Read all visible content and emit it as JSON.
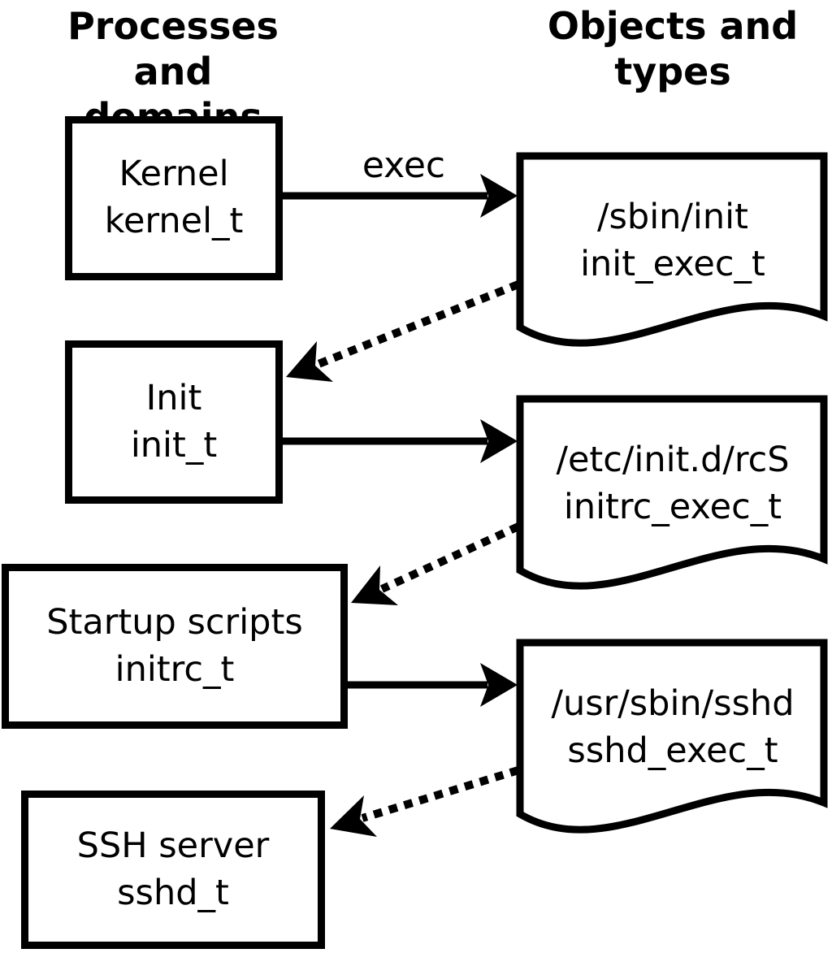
{
  "page": {
    "background_color": "#ffffff",
    "line_color": "#000000"
  },
  "headers": {
    "left": "Processes and domains",
    "right": "Objects and types"
  },
  "diagram": {
    "processes": [
      {
        "name": "Kernel",
        "type": "kernel_t"
      },
      {
        "name": "Init",
        "type": "init_t"
      },
      {
        "name": "Startup scripts",
        "type": "initrc_t"
      },
      {
        "name": "SSH server",
        "type": "sshd_t"
      }
    ],
    "objects": [
      {
        "path": "/sbin/init",
        "type": "init_exec_t"
      },
      {
        "path": "/etc/init.d/rcS",
        "type": "initrc_exec_t"
      },
      {
        "path": "/usr/sbin/sshd",
        "type": "sshd_exec_t"
      }
    ],
    "edges": {
      "exec_label": "exec",
      "connections": [
        {
          "from": "kernel_t",
          "to": "init_exec_t",
          "style": "solid",
          "label": "exec"
        },
        {
          "from": "init_exec_t",
          "to": "init_t",
          "style": "dotted",
          "label": ""
        },
        {
          "from": "init_t",
          "to": "initrc_exec_t",
          "style": "solid",
          "label": ""
        },
        {
          "from": "initrc_exec_t",
          "to": "initrc_t",
          "style": "dotted",
          "label": ""
        },
        {
          "from": "initrc_t",
          "to": "sshd_exec_t",
          "style": "solid",
          "label": ""
        },
        {
          "from": "sshd_exec_t",
          "to": "sshd_t",
          "style": "dotted",
          "label": ""
        }
      ]
    }
  }
}
